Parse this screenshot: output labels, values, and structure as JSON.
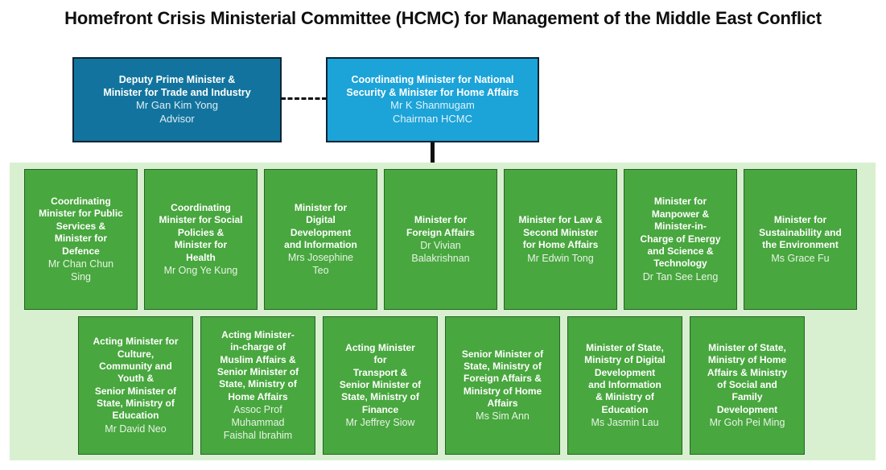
{
  "title": "Homefront Crisis Ministerial Committee (HCMC) for Management of the Middle East Conflict",
  "colors": {
    "advisor_box_fill": "#12749E",
    "chairman_box_fill": "#1CA3D8",
    "top_box_border": "#0B2433",
    "minister_box_fill": "#48A73E",
    "minister_box_border": "#27632A",
    "panel_background": "#D8F0D0",
    "connector": "#101010",
    "text_on_boxes": "#FFFFFF"
  },
  "top_boxes": {
    "advisor": {
      "title": "Deputy Prime Minister &\nMinister for Trade and Industry",
      "name": "Mr Gan Kim Yong",
      "role": "Advisor"
    },
    "chairman": {
      "title": "Coordinating Minister for National\nSecurity & Minister for Home Affairs",
      "name": "Mr K Shanmugam",
      "role": "Chairman HCMC"
    }
  },
  "committee": {
    "row1": [
      {
        "title": "Coordinating\nMinister for Public\nServices &\nMinister for\nDefence",
        "name": "Mr Chan Chun\nSing"
      },
      {
        "title": "Coordinating\nMinister for Social\nPolicies &\nMinister for\nHealth",
        "name": "Mr Ong Ye Kung"
      },
      {
        "title": "Minister for\nDigital\nDevelopment\nand Information",
        "name": "Mrs Josephine\nTeo"
      },
      {
        "title": "Minister for\nForeign Affairs",
        "name": "Dr Vivian\nBalakrishnan"
      },
      {
        "title": "Minister for Law &\nSecond Minister\nfor Home Affairs",
        "name": "Mr Edwin Tong"
      },
      {
        "title": "Minister for\nManpower &\nMinister-in-\nCharge of Energy\nand Science &\nTechnology",
        "name": "Dr Tan See Leng"
      },
      {
        "title": "Minister for\nSustainability and\nthe Environment",
        "name": "Ms Grace Fu"
      }
    ],
    "row2": [
      {
        "title": "Acting Minister for\nCulture,\nCommunity and\nYouth &\nSenior Minister of\nState, Ministry of\nEducation",
        "name": "Mr David Neo"
      },
      {
        "title": "Acting Minister-\nin-charge of\nMuslim Affairs &\nSenior Minister of\nState, Ministry of\nHome Affairs",
        "name": "Assoc Prof\nMuhammad\nFaishal Ibrahim"
      },
      {
        "title": "Acting Minister\nfor\nTransport &\nSenior Minister of\nState, Ministry of\nFinance",
        "name": "Mr Jeffrey Siow"
      },
      {
        "title": "Senior Minister of\nState, Ministry of\nForeign Affairs &\nMinistry of Home\nAffairs",
        "name": "Ms Sim Ann"
      },
      {
        "title": "Minister of State,\nMinistry of Digital\nDevelopment\nand Information\n& Ministry of\nEducation",
        "name": "Ms Jasmin Lau"
      },
      {
        "title": "Minister of State,\nMinistry of Home\nAffairs & Ministry\nof Social and\nFamily\nDevelopment",
        "name": "Mr Goh Pei Ming"
      }
    ]
  }
}
